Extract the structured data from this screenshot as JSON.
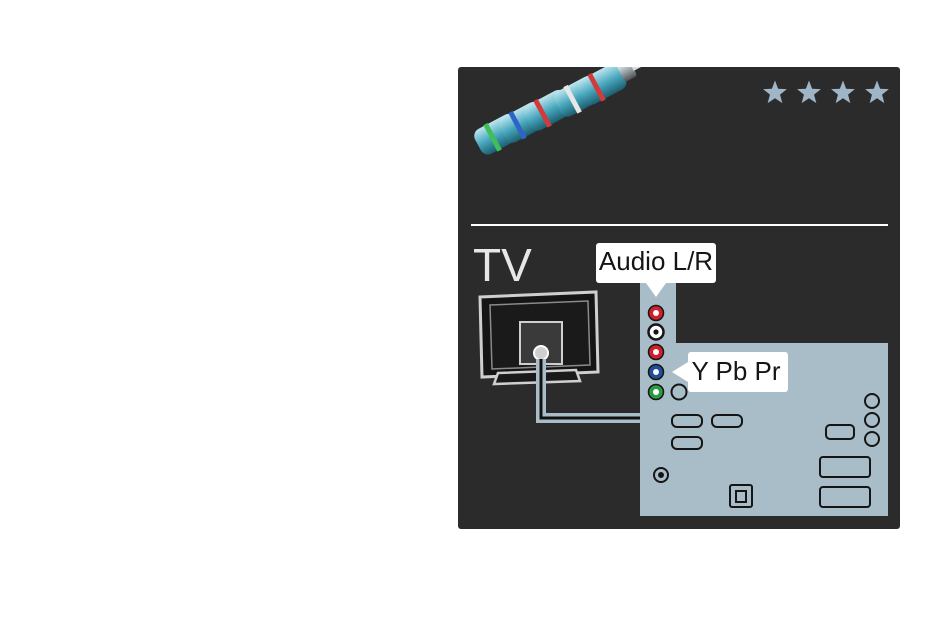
{
  "diagram": {
    "tv_label": "TV",
    "audio_label": "Audio L/R",
    "video_label": "Y Pb Pr",
    "rating_stars": 4,
    "rating_max": 4,
    "colors": {
      "panel_bg": "#2b2b2b",
      "tv_connector_panel": "#a9bdc9",
      "jack_red": "#d01f2a",
      "jack_white": "#ffffff",
      "jack_blue": "#1f4e9a",
      "jack_green": "#2e9a43",
      "star": "#9fb6c8",
      "cable_teal": "#3ea7bb"
    },
    "icons": {
      "rating": "star-icon",
      "cables": "component-rca-cables-icon",
      "tv": "tv-icon"
    }
  }
}
